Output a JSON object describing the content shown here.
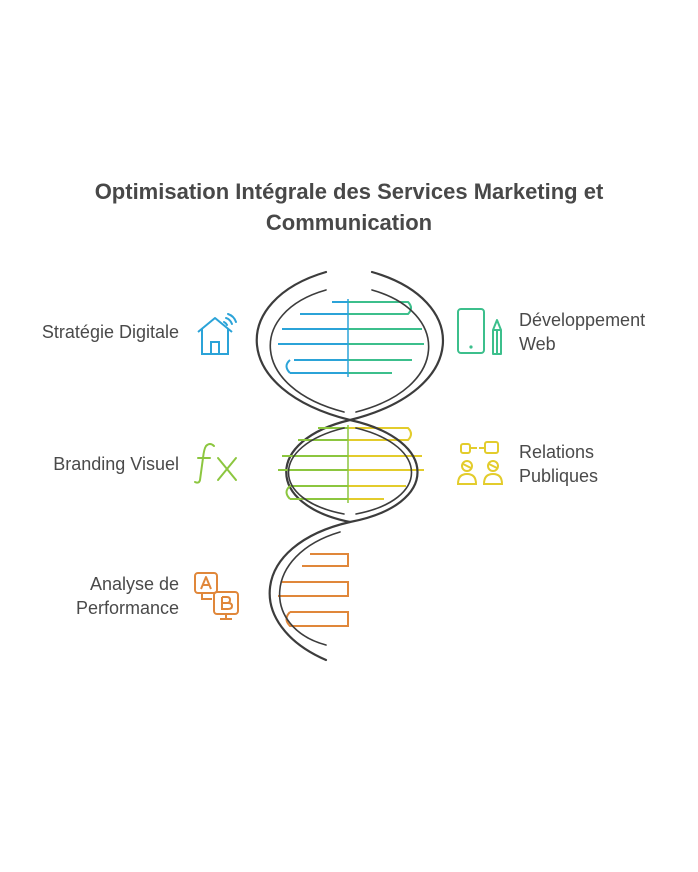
{
  "title": {
    "line1": "Optimisation Intégrale des Services Marketing et",
    "line2": "Communication"
  },
  "items": [
    {
      "label_lines": [
        "Stratégie Digitale"
      ],
      "side": "left",
      "icon": "smart-home-icon",
      "color": "#2ba3d8"
    },
    {
      "label_lines": [
        "Développement",
        "Web"
      ],
      "side": "right",
      "icon": "mobile-and-pencil-icon",
      "color": "#3cbf8c"
    },
    {
      "label_lines": [
        "Branding Visuel"
      ],
      "side": "left",
      "icon": "function-fx-icon",
      "color": "#8cc63f"
    },
    {
      "label_lines": [
        "Relations",
        "Publiques"
      ],
      "side": "right",
      "icon": "people-connect-icon",
      "color": "#e3cc2c"
    },
    {
      "label_lines": [
        "Analyse de",
        "Performance"
      ],
      "side": "left",
      "icon": "ab-test-icon",
      "color": "#e0873a"
    }
  ],
  "colors": {
    "outline": "#3c3c3c",
    "blue": "#2ba3d8",
    "green": "#3cbf8c",
    "lime": "#8cc63f",
    "yellow": "#e3cc2c",
    "orange": "#e0873a"
  }
}
